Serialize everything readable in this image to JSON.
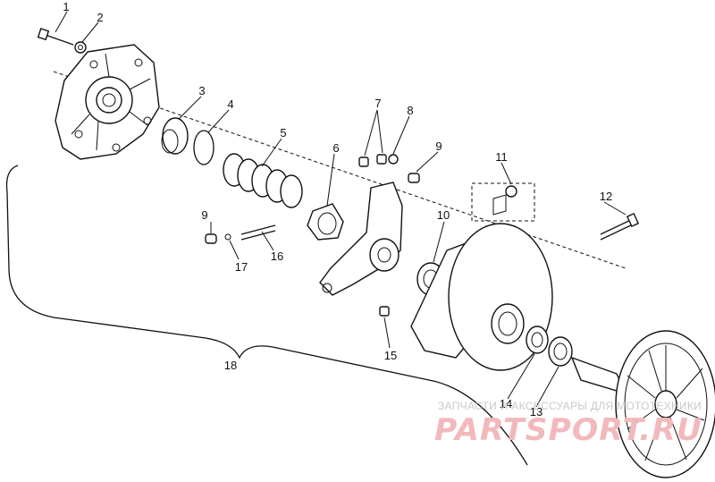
{
  "diagram": {
    "callouts": {
      "c1": "1",
      "c2": "2",
      "c3": "3",
      "c4": "4",
      "c5": "5",
      "c6": "6",
      "c7": "7",
      "c8": "8",
      "c9a": "9",
      "c9b": "9",
      "c10": "10",
      "c11": "11",
      "c12": "12",
      "c13": "13",
      "c14": "14",
      "c15": "15",
      "c16": "16",
      "c17": "17",
      "c18": "18"
    },
    "watermark": {
      "tagline": "ЗАПЧАСТИ И АКСЕССУАРЫ ДЛЯ МОТОТЕХНИКИ",
      "logo": "PARTSPORT.RU"
    }
  }
}
